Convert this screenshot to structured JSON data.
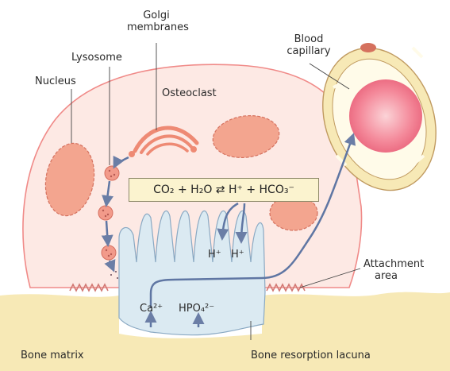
{
  "labels": {
    "golgi": [
      "Golgi",
      "membranes"
    ],
    "lysosome": "Lysosome",
    "nucleus": "Nucleus",
    "osteoclast": "Osteoclast",
    "blood_capillary": [
      "Blood",
      "capillary"
    ],
    "attachment_area": [
      "Attachment",
      "area"
    ],
    "bone_matrix": "Bone matrix",
    "bone_resorption_lacuna": "Bone resorption lacuna"
  },
  "equation": "CO₂ + H₂O ⇄ H⁺ + HCO₃⁻",
  "ions": {
    "h_plus": "H⁺",
    "calcium": "Ca²⁺",
    "phosphate": "HPO₄²⁻"
  },
  "colors": {
    "cell_fill": "#fde9e4",
    "membrane": "#f08a88",
    "organelle": "#f3a58f",
    "vacuole": "#dbeaf2",
    "bone": "#f7e9b6",
    "arrow": "#6b7ea6",
    "rbc": "#f2768a"
  }
}
